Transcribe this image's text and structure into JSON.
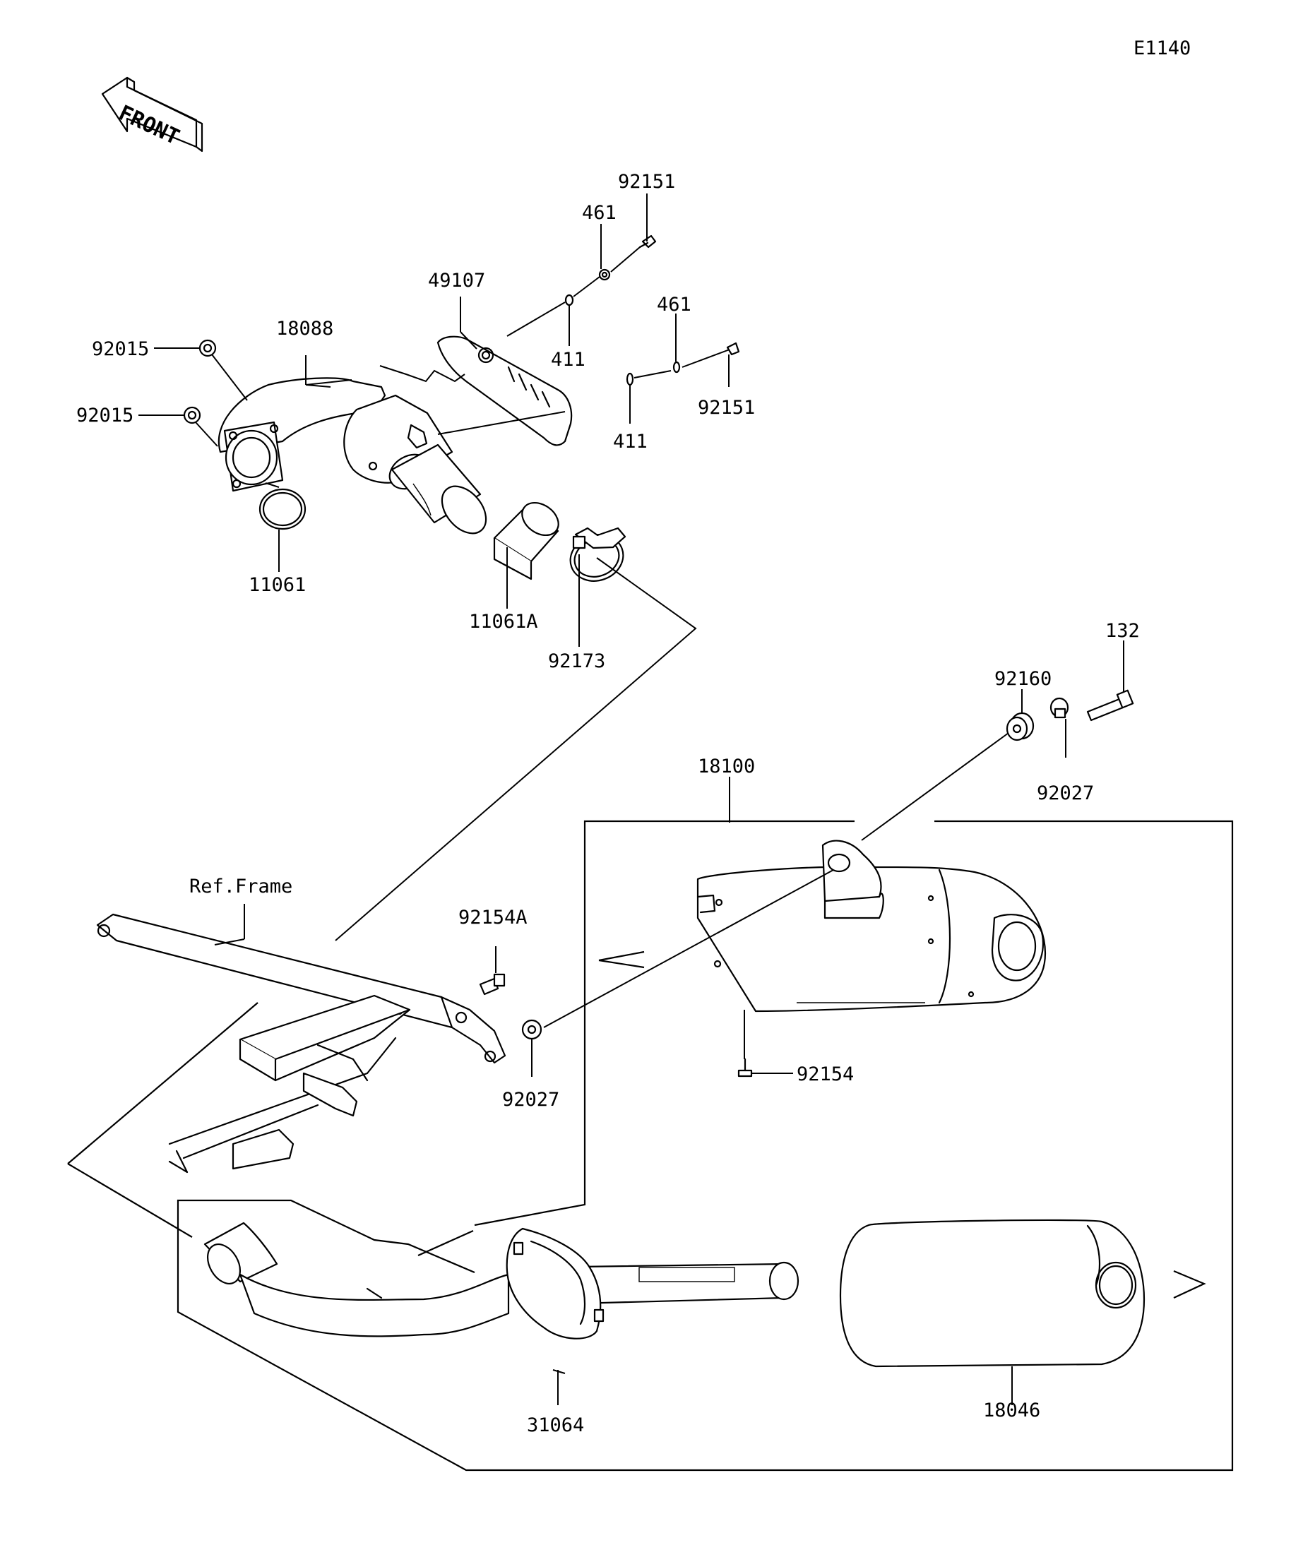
{
  "diagram_code": "E1140",
  "front_label": "FRONT",
  "ref_frame": "Ref.Frame",
  "parts": {
    "p92151_top": "92151",
    "p461_top": "461",
    "p49107": "49107",
    "p18088": "18088",
    "p92015_a": "92015",
    "p92015_b": "92015",
    "p411_top": "411",
    "p461_right": "461",
    "p92151_right": "92151",
    "p411_bottom": "411",
    "p11061": "11061",
    "p11061A": "11061A",
    "p92173": "92173",
    "p132": "132",
    "p92160": "92160",
    "p18100": "18100",
    "p92027_right": "92027",
    "p92154A": "92154A",
    "p92027_left": "92027",
    "p92154": "92154",
    "p31064": "31064",
    "p18046": "18046"
  }
}
